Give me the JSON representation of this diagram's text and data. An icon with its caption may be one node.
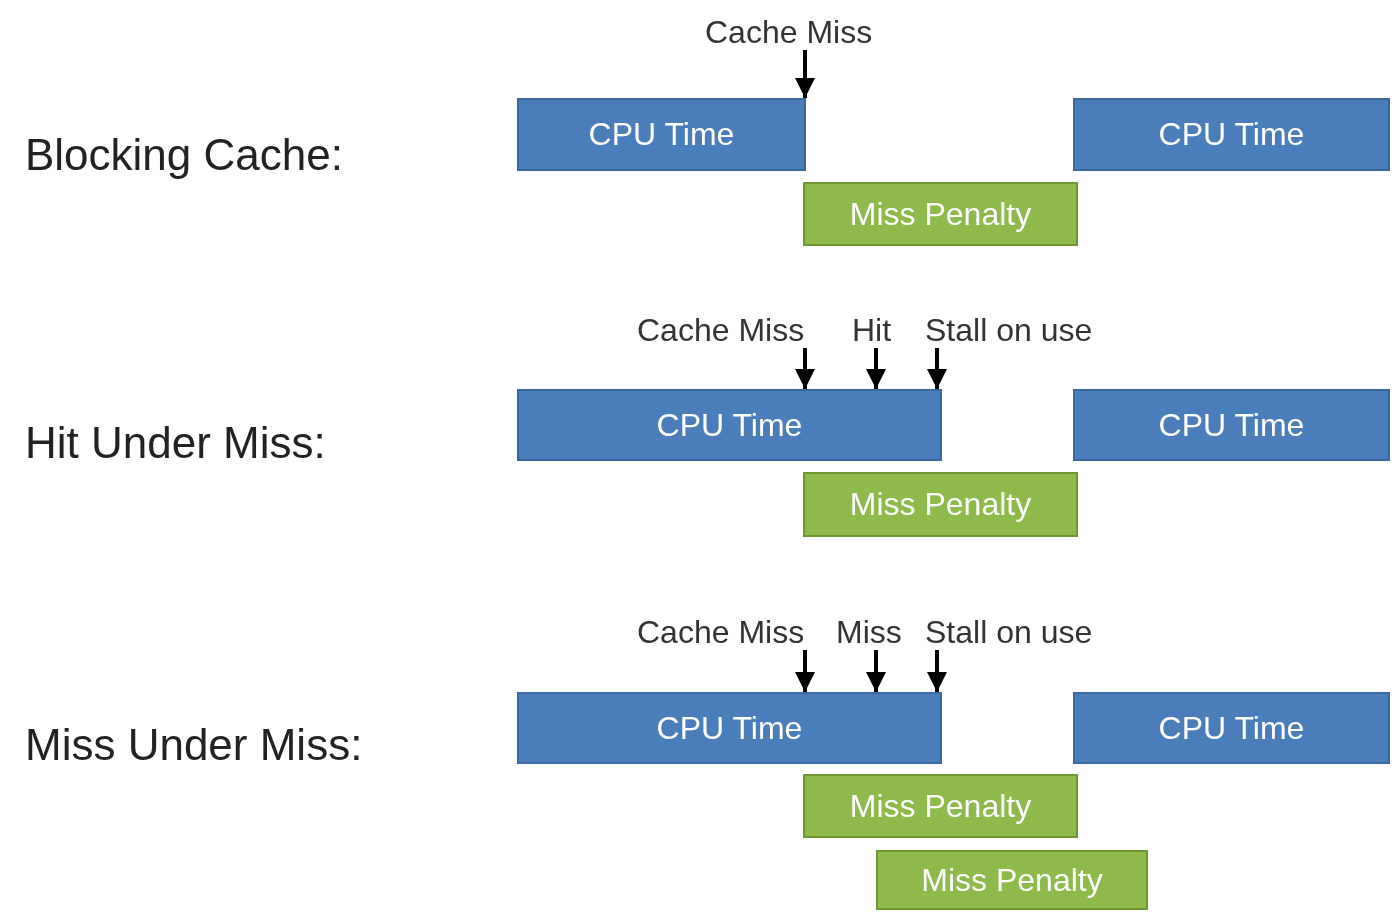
{
  "diagram": {
    "nodes": [
      {
        "text": [
          "Cache Miss"
        ]
      },
      {
        "text": [
          "CPU Time"
        ]
      },
      {
        "text": [
          "CPU Time"
        ]
      },
      {
        "text": [
          "Miss Penalty"
        ]
      },
      {
        "text": [
          "Cache Miss"
        ]
      },
      {
        "text": [
          "Hit"
        ]
      },
      {
        "text": [
          "Stall on use"
        ]
      },
      {
        "text": [
          "CPU Time"
        ]
      },
      {
        "text": [
          "CPU Time"
        ]
      },
      {
        "text": [
          "Miss Penalty"
        ]
      },
      {
        "text": [
          "Cache Miss"
        ]
      },
      {
        "text": [
          "Miss"
        ]
      },
      {
        "text": [
          "Stall on use"
        ]
      },
      {
        "text": [
          "CPU Time"
        ]
      },
      {
        "text": [
          "CPU Time"
        ]
      },
      {
        "text": [
          "Miss Penalty"
        ]
      },
      {
        "text": [
          "Miss Penalty"
        ]
      }
    ],
    "edges": [
      {
        "from": 0,
        "to": 1,
        "arrow": "to"
      },
      {
        "from": 4,
        "to": 7,
        "arrow": "to"
      },
      {
        "from": 5,
        "to": 7,
        "arrow": "to"
      },
      {
        "from": 6,
        "to": 7,
        "arrow": "to"
      },
      {
        "from": 10,
        "to": 13,
        "arrow": "to"
      },
      {
        "from": 11,
        "to": 13,
        "arrow": "to"
      },
      {
        "from": 12,
        "to": 13,
        "arrow": "to"
      }
    ],
    "labels": [
      "Blocking Cache:",
      "Hit Under Miss:",
      "Miss Under Miss:"
    ]
  }
}
